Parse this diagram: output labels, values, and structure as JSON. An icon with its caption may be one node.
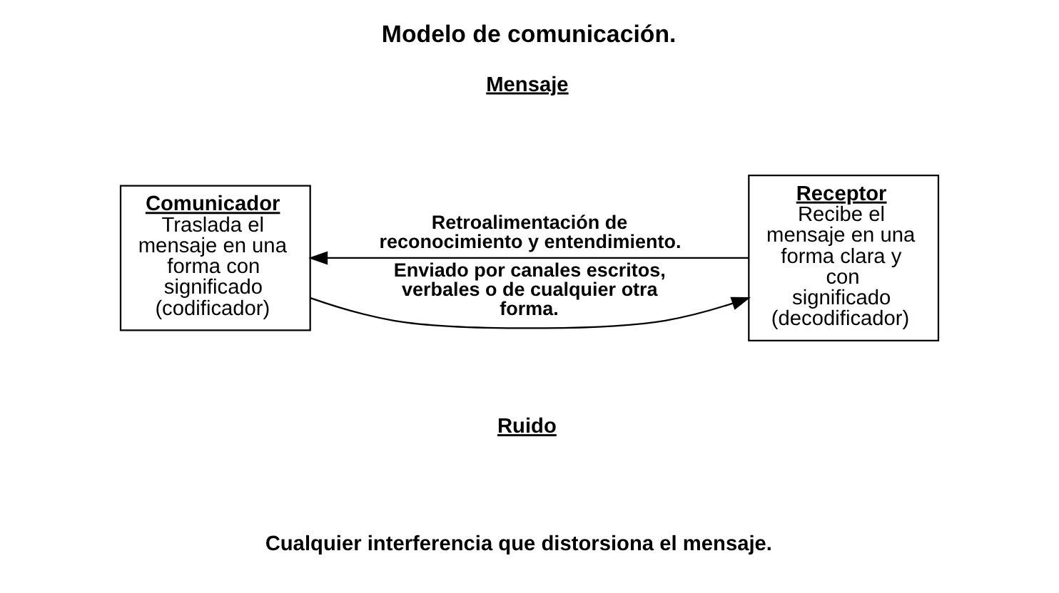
{
  "diagram": {
    "title": "Modelo de comunicación.",
    "nodes": [
      {
        "text": [
          "Comunicador",
          "Traslada el mensaje en una forma con significado (codificador)"
        ]
      },
      {
        "text": [
          "Receptor",
          "Recibe el mensaje en una forma clara y con significado (decodificador)"
        ]
      }
    ],
    "edges": [
      {
        "from": 0,
        "to": 1,
        "arrow": "to",
        "label": "Enviado por canales escritos, verbales o de cualquier otra forma."
      },
      {
        "from": 1,
        "to": 0,
        "arrow": "to",
        "label": "Retroalimentación de reconocimiento y entendimiento."
      }
    ],
    "labels": [
      "Mensaje",
      "Ruido",
      "Cualquier interferencia que distorsiona el mensaje."
    ]
  }
}
